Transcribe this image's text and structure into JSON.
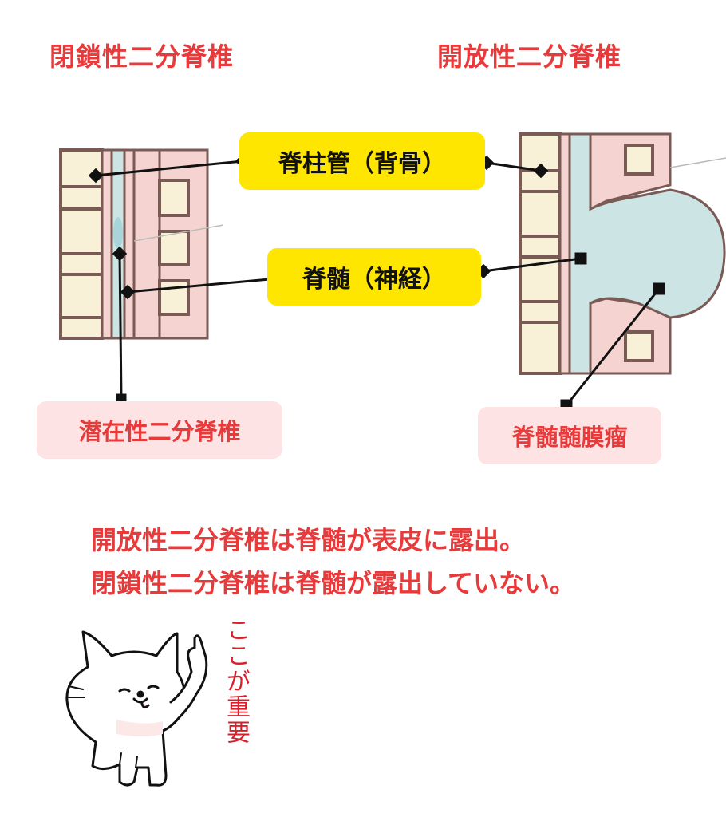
{
  "titles": {
    "closed": "閉鎖性二分脊椎",
    "open": "開放性二分脊椎"
  },
  "labels": {
    "spinal_canal": "脊柱管（背骨）",
    "spinal_cord": "脊髄（神経）",
    "occulta": "潜在性二分脊椎",
    "myelomeningocele": "脊髄髄膜瘤"
  },
  "notes": {
    "line1": "開放性二分脊椎は脊髄が表皮に露出。",
    "line2": "閉鎖性二分脊椎は脊髄が露出していない。"
  },
  "mascot": {
    "speech": "ここが重要"
  },
  "colors": {
    "accent_red": "#e83a3a",
    "highlight_yellow": "#ffe600",
    "label_pink": "#fde3e3",
    "bone_cream": "#f8f1d8",
    "tissue_pink": "#f5d3d0",
    "cord_blue": "#cde4e4",
    "outline_brown": "#7a5a55"
  }
}
